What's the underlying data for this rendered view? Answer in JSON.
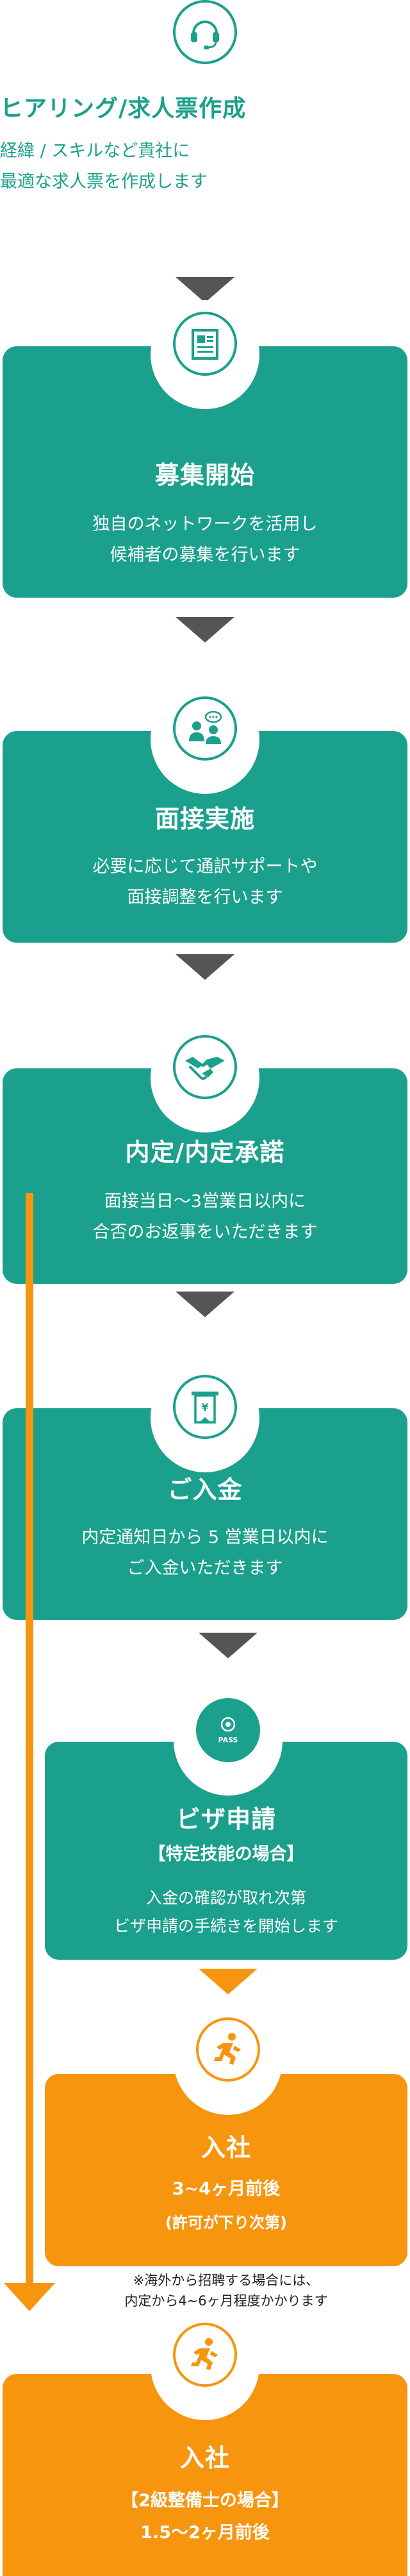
{
  "steps": [
    {
      "icon": "headset-icon",
      "title": "ヒアリング/求人票作成",
      "desc": [
        "経緯 / スキルなど貴社に",
        "最適な求人票を作成します"
      ]
    },
    {
      "icon": "document-icon",
      "title": "募集開始",
      "desc": [
        "独自のネットワークを活用し",
        "候補者の募集を行います"
      ]
    },
    {
      "icon": "interview-icon",
      "title": "面接実施",
      "desc": [
        "必要に応じて通訳サポートや",
        "面接調整を行います"
      ]
    },
    {
      "icon": "handshake-icon",
      "title": "内定/内定承諾",
      "desc": [
        "面接当日〜3営業日以内に",
        "合否のお返事をいただきます"
      ]
    },
    {
      "icon": "payment-icon",
      "title": "ご入金",
      "desc": [
        "内定通知日から 5 営業日以内に",
        "ご入金いただきます"
      ]
    },
    {
      "icon": "passport-icon",
      "title": "ビザ申請",
      "subtitle": "【特定技能の場合】",
      "desc": [
        "入金の確認が取れ次第",
        "ビザ申請の手続きを開始します"
      ]
    },
    {
      "icon": "running-person-icon",
      "title": "入社",
      "desc": [
        "3~4ヶ月前後",
        "(許可が下り次第)"
      ]
    },
    {
      "icon": "running-person-icon",
      "title": "入社",
      "subtitle": "【2級整備士の場合】",
      "desc": [
        "1.5〜2ヶ月前後"
      ]
    }
  ],
  "passport_label": "PASS",
  "note": [
    "※海外から招聘する場合には、",
    "内定から4~6ヶ月程度かかります"
  ],
  "colors": {
    "teal": "#1aa08c",
    "orange": "#f7950f",
    "arrow": "#555555"
  }
}
